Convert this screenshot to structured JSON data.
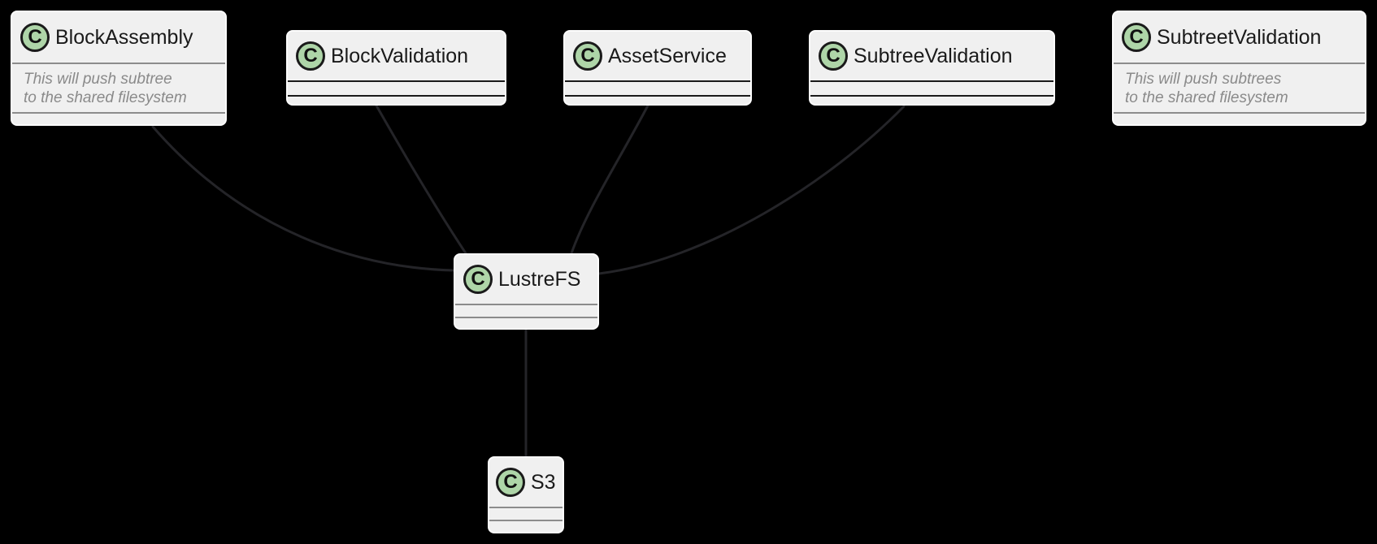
{
  "diagram": {
    "type": "class-diagram",
    "badge_letter": "C",
    "background_color": "#000000",
    "colors": {
      "box_fill": "#f0f0f0",
      "box_border": "#fcfcfc",
      "badge_fill": "#aed5a8",
      "badge_border": "#1a1a1a",
      "title_text": "#1a1a1a",
      "note_text": "#8a8a8a",
      "divider_gray": "#8c8c8c",
      "divider_dark": "#1a1a1a",
      "edge_color": "#242428"
    },
    "classes": [
      {
        "name": "BlockAssembly",
        "note_line1": "This will push subtree",
        "note_line2": "to the shared filesystem"
      },
      {
        "name": "BlockValidation"
      },
      {
        "name": "AssetService"
      },
      {
        "name": "SubtreeValidation"
      },
      {
        "name": "SubtreetValidation",
        "note_line1": "This will push subtrees",
        "note_line2": "to the shared filesystem"
      },
      {
        "name": "LustreFS"
      },
      {
        "name": "S3"
      }
    ],
    "edges": [
      {
        "from": "BlockAssembly",
        "to": "LustreFS"
      },
      {
        "from": "BlockValidation",
        "to": "LustreFS"
      },
      {
        "from": "AssetService",
        "to": "LustreFS"
      },
      {
        "from": "SubtreeValidation",
        "to": "LustreFS"
      },
      {
        "from": "LustreFS",
        "to": "S3"
      }
    ]
  }
}
